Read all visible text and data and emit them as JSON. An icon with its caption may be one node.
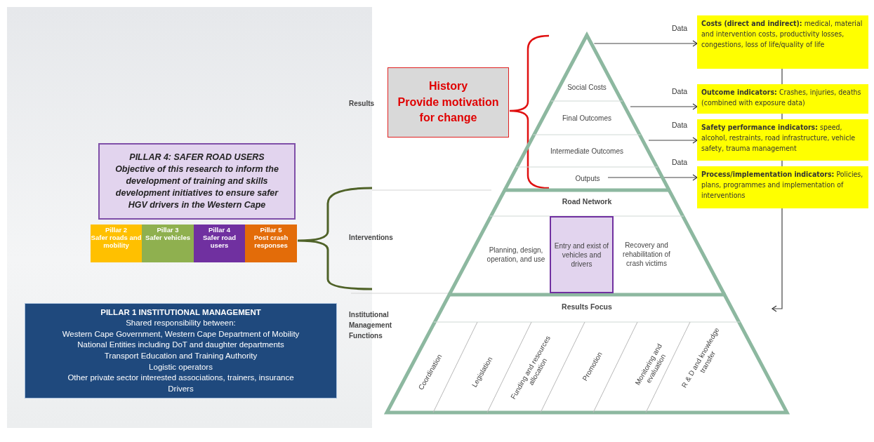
{
  "diagram": {
    "nodes": [
      {
        "text": [
          "PILLAR 4: SAFER ROAD USERS",
          "Objective of this research to inform the development of training and skills development initiatives to ensure safer HGV drivers in the Western Cape"
        ]
      },
      {
        "text": [
          "Pillar 2",
          "Safer roads and mobility"
        ]
      },
      {
        "text": [
          "Pillar 3",
          "Safer vehicles"
        ]
      },
      {
        "text": [
          "Pillar 4",
          "Safer road users"
        ]
      },
      {
        "text": [
          "Pillar 5",
          "Post crash responses"
        ]
      },
      {
        "text": [
          "PILLAR 1 INSTITUTIONAL MANAGEMENT",
          "Shared responsibility between:",
          "Western Cape Government, Western Cape Department of Mobility",
          "National Entities including DoT and daughter departments",
          "Transport Education and Training Authority",
          "Logistic operators",
          "Other private sector interested associations, trainers, insurance",
          "Drivers"
        ]
      },
      {
        "text": [
          "History",
          "Provide motivation for change"
        ]
      },
      {
        "text": [],
        "shape": "triangle"
      },
      {
        "text": [
          "Social Costs"
        ],
        "in": 7
      },
      {
        "text": [
          "Final Outcomes"
        ],
        "in": 7
      },
      {
        "text": [
          "Intermediate Outcomes"
        ],
        "in": 7
      },
      {
        "text": [
          "Outputs"
        ],
        "in": 7
      },
      {
        "text": [
          "Road Network"
        ],
        "in": 7
      },
      {
        "text": [
          "Planning, design, operation, and use"
        ],
        "in": 12
      },
      {
        "text": [
          "Entry and exist of vehicles and drivers"
        ],
        "in": 12
      },
      {
        "text": [
          "Recovery and rehabilitation of crash victims"
        ],
        "in": 12
      },
      {
        "text": [
          "Results Focus"
        ],
        "in": 7
      },
      {
        "text": [
          "Coordination"
        ],
        "in": 16
      },
      {
        "text": [
          "Legislation"
        ],
        "in": 16
      },
      {
        "text": [
          "Funding and resources allocation"
        ],
        "in": 16
      },
      {
        "text": [
          "Promotion"
        ],
        "in": 16
      },
      {
        "text": [
          "Monitoring and evaluation"
        ],
        "in": 16
      },
      {
        "text": [
          "R & D and knowledge transfer"
        ],
        "in": 16
      },
      {
        "text": [
          "**Costs (direct and indirect):** medical, material and intervention costs, productivity losses, congestions, loss of life/quality of life"
        ]
      },
      {
        "text": [
          "**Outcome indicators:** Crashes, injuries, deaths (combined with exposure data)"
        ]
      },
      {
        "text": [
          "**Safety performance indicators:** speed, alcohol, restraints, road infrastructure, vehicle safety, trauma management"
        ]
      },
      {
        "text": [
          "**Process/implementation indicators:** Policies, plans, programmes and implementation of interventions"
        ]
      }
    ],
    "edges": [
      {
        "from": 7,
        "to": 23,
        "arrow": "to",
        "label": "Data"
      },
      {
        "from": 9,
        "to": 24,
        "arrow": "to",
        "label": "Data"
      },
      {
        "from": 10,
        "to": 25,
        "arrow": "to",
        "label": "Data"
      },
      {
        "from": 11,
        "to": 26,
        "arrow": "to",
        "label": "Data"
      },
      {
        "from": 23,
        "to": 24,
        "arrow": "none"
      },
      {
        "from": 24,
        "to": 25,
        "arrow": "none"
      },
      {
        "from": 25,
        "to": 26,
        "arrow": "none"
      },
      {
        "from": 26,
        "to": 16,
        "arrow": "to"
      }
    ],
    "labels": [
      "Results",
      "Interventions",
      "Institutional Management Functions"
    ]
  }
}
